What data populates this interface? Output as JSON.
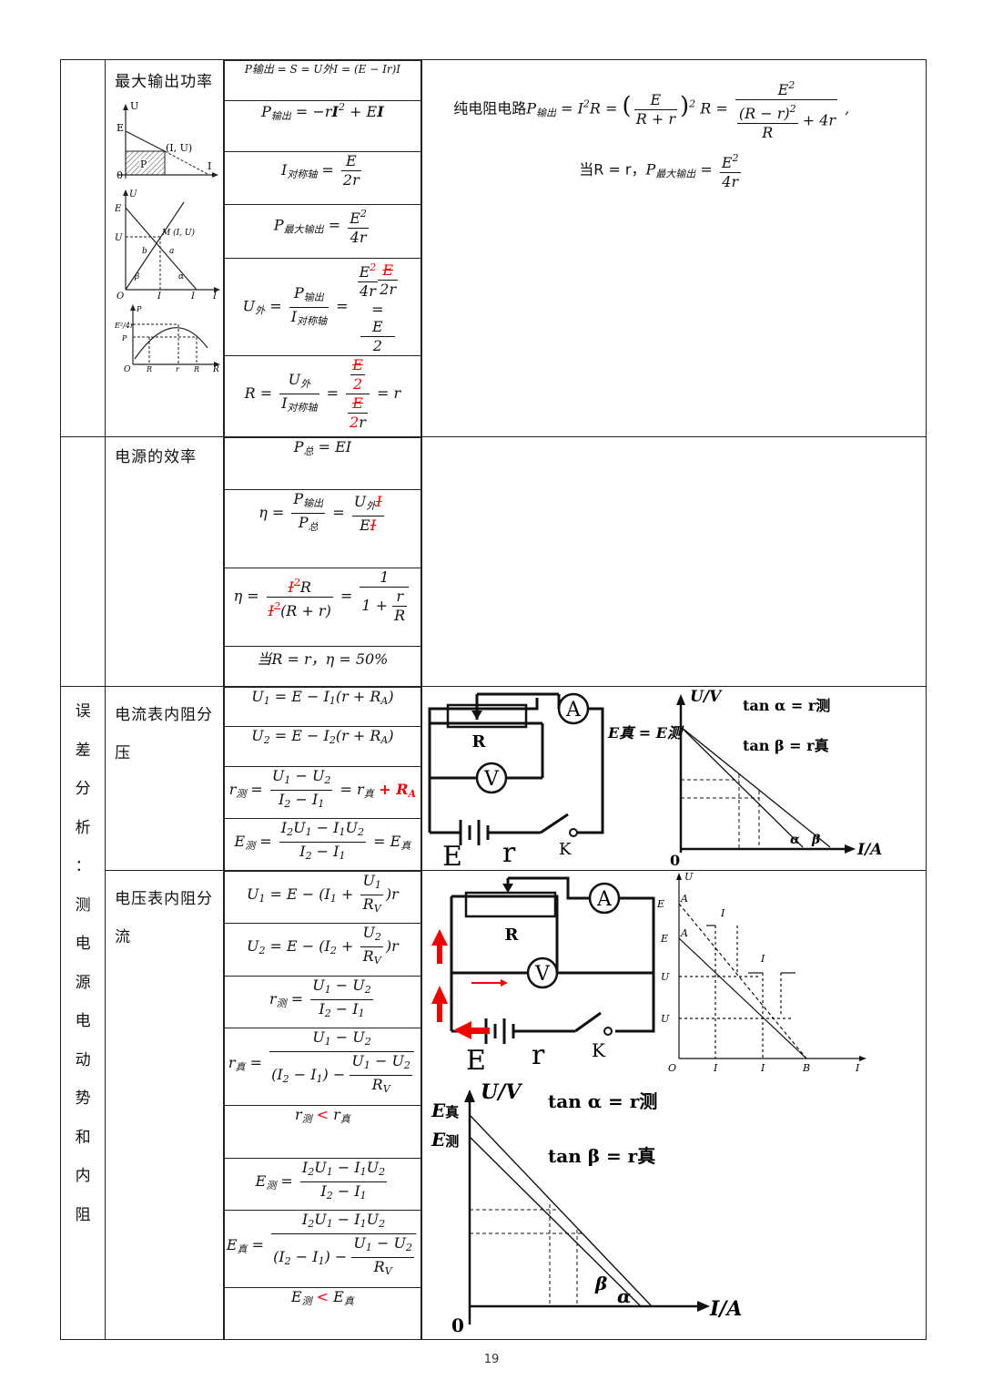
{
  "rows": {
    "max_power": {
      "label": "最大输出功率",
      "graph1": {
        "axis_u": "U",
        "axis_i": "I",
        "e": "E",
        "o": "0",
        "point": "(I, U)",
        "p": "P"
      },
      "graph2": {
        "axis_u": "U",
        "axis_i": "I",
        "e": "E",
        "u": "U",
        "o": "O",
        "m": "M (I, U)",
        "b": "b",
        "a": "a",
        "beta": "β",
        "alpha": "α",
        "i": "I",
        "im": "I"
      },
      "graph3": {
        "p_out": "P",
        "e2_4r": "E²/4r",
        "p": "P",
        "o": "O",
        "r1": "R",
        "r": "r",
        "r2": "R",
        "R": "R"
      },
      "f1_text": "P输出 = S = U外I = (E − Ir)I",
      "right_f1_prefix": "纯电阻电路",
      "right_f2_prefix": "当R = r，"
    },
    "efficiency": {
      "label": "电源的效率",
      "f4": "当R = r，η = 50%"
    },
    "err_a": {
      "label": "电流表内阻分压",
      "eq_text": "E真 = E测",
      "tan_a": "tan α = r测",
      "tan_b": "tan β = r真",
      "axis_u": "U/V",
      "axis_i": "I/A",
      "zero": "0",
      "R": "R",
      "A": "A",
      "V": "V",
      "K": "K",
      "E": "E",
      "r": "r"
    },
    "err_b": {
      "label": "电压表内阻分流",
      "tan_a": "tan α = r测",
      "tan_b": "tan β = r真",
      "axis_u": "U/V",
      "axis_i": "I/A",
      "zero": "0",
      "R": "R",
      "A": "A",
      "V": "V",
      "K": "K",
      "E": "E",
      "r": "r",
      "g2": {
        "u": "U",
        "e_true": "E",
        "e": "E",
        "a1": "A",
        "a2": "A",
        "iv1": "I",
        "iv2": "I",
        "u1": "U",
        "u2": "U",
        "o": "O",
        "i1": "I",
        "i2": "I",
        "b": "B",
        "i": "I"
      }
    },
    "vertical_label": [
      "误",
      "差",
      "分",
      "析",
      "：",
      "测",
      "电",
      "源",
      "电",
      "动",
      "势",
      "和",
      "内",
      "阻"
    ]
  },
  "page_number": "19"
}
